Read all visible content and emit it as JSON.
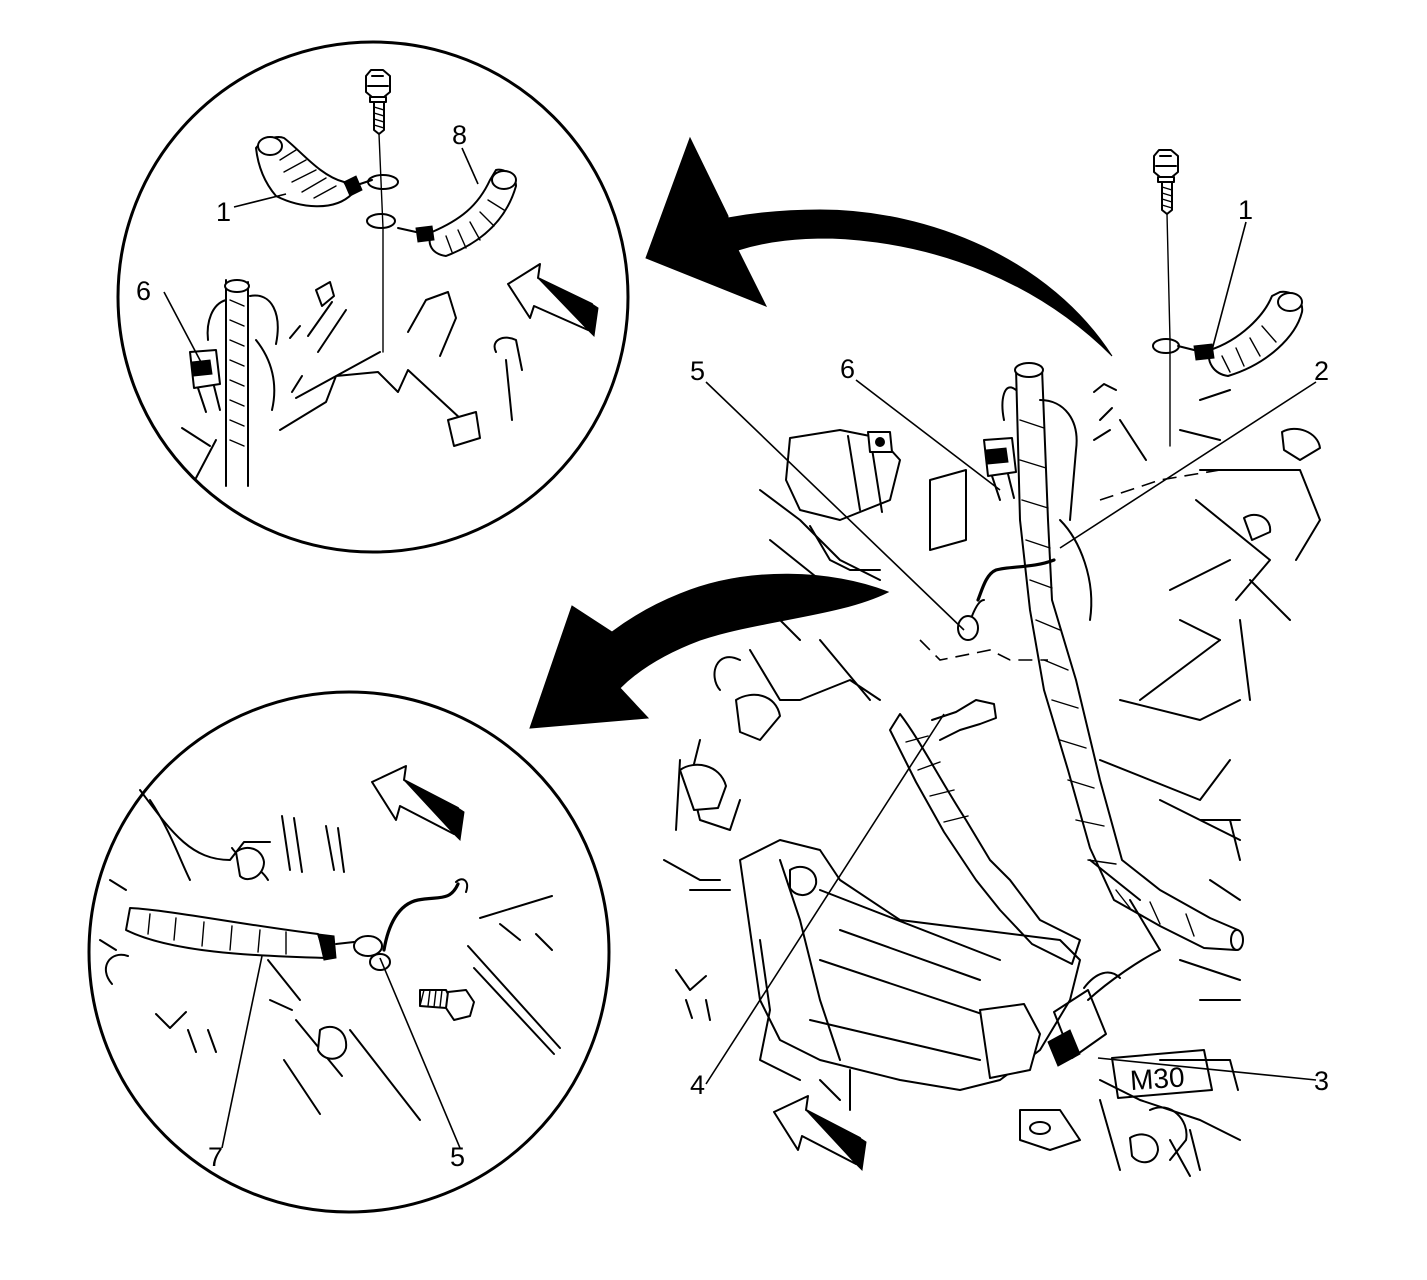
{
  "callouts": {
    "c1_top": "1",
    "c8": "8",
    "c6_top": "6",
    "c1_main": "1",
    "c2": "2",
    "c5_main": "5",
    "c6_main": "6",
    "c4": "4",
    "c3": "3",
    "c7": "7",
    "c5_bottom": "5"
  },
  "module_label": "M30",
  "colors": {
    "ink": "#000000",
    "paper": "#ffffff"
  },
  "icons": [
    "bolt-icon",
    "harness-icon",
    "connector-icon",
    "ground-strap-icon",
    "front-direction-arrow-icon"
  ]
}
